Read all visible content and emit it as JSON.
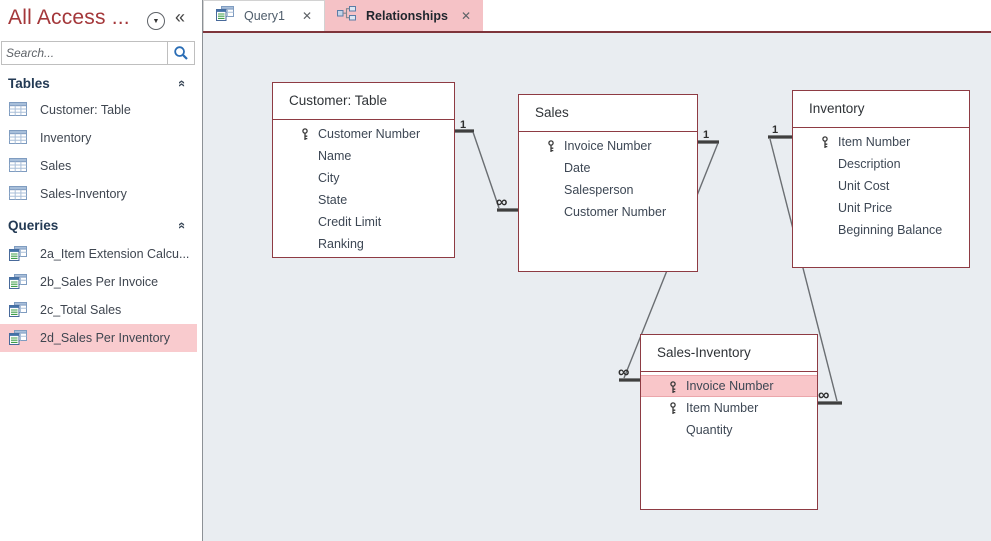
{
  "app": {
    "nav_title": "All Access ...",
    "search_placeholder": "Search..."
  },
  "icons": {
    "dropdown": "▼",
    "collapse": "«",
    "section_collapse": "«",
    "close": "✕"
  },
  "nav": {
    "sections": [
      {
        "label": "Tables",
        "items": [
          "Customer: Table",
          "Inventory",
          "Sales",
          "Sales-Inventory"
        ]
      },
      {
        "label": "Queries",
        "items": [
          "2a_Item Extension Calcu...",
          "2b_Sales Per Invoice",
          "2c_Total Sales",
          "2d_Sales Per Inventory"
        ],
        "selected_item": "2d_Sales Per Inventory"
      }
    ]
  },
  "tabs": [
    {
      "label": "Query1",
      "active": false
    },
    {
      "label": "Relationships",
      "active": true
    }
  ],
  "diagram": {
    "tables": [
      {
        "title": "Customer: Table",
        "fields": [
          {
            "name": "Customer Number",
            "key": true
          },
          {
            "name": "Name"
          },
          {
            "name": "City"
          },
          {
            "name": "State"
          },
          {
            "name": "Credit Limit"
          },
          {
            "name": "Ranking"
          }
        ]
      },
      {
        "title": "Sales",
        "fields": [
          {
            "name": "Invoice Number",
            "key": true
          },
          {
            "name": "Date"
          },
          {
            "name": "Salesperson"
          },
          {
            "name": "Customer Number"
          }
        ]
      },
      {
        "title": "Inventory",
        "fields": [
          {
            "name": "Item Number",
            "key": true
          },
          {
            "name": "Description"
          },
          {
            "name": "Unit Cost"
          },
          {
            "name": "Unit Price"
          },
          {
            "name": "Beginning Balance"
          }
        ]
      },
      {
        "title": "Sales-Inventory",
        "fields": [
          {
            "name": "Invoice Number",
            "key": true,
            "highlighted": true
          },
          {
            "name": "Item Number",
            "key": true
          },
          {
            "name": "Quantity"
          }
        ]
      }
    ],
    "relations": [
      {
        "from": "Customer: Table",
        "to": "Sales",
        "one": "1",
        "many": "∞"
      },
      {
        "from": "Sales",
        "to": "Sales-Inventory",
        "one": "1",
        "many": "∞"
      },
      {
        "from": "Inventory",
        "to": "Sales-Inventory",
        "one": "1",
        "many": "∞"
      }
    ]
  },
  "colors": {
    "accent_red": "#a4373a",
    "selection_pink": "#f9cbce",
    "tab_pink": "#f5c2c6",
    "box_border": "#8e3b43",
    "canvas_bg": "#e9edf1"
  }
}
